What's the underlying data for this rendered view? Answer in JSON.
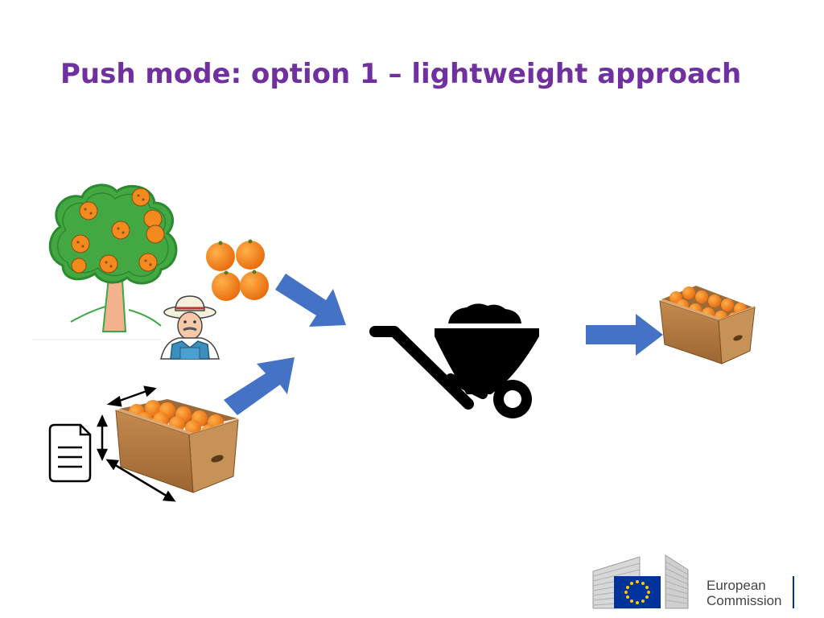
{
  "slide": {
    "title": "Push mode: option 1 – lightweight approach"
  },
  "diagram": {
    "inputs": [
      {
        "name": "orange-tree",
        "icon": "orange-tree-icon"
      },
      {
        "name": "oranges",
        "icon": "oranges-icon"
      },
      {
        "name": "farmer",
        "icon": "farmer-icon"
      },
      {
        "name": "document",
        "icon": "document-icon"
      },
      {
        "name": "box-of-oranges",
        "icon": "orange-box-icon"
      }
    ],
    "process": {
      "icon": "wheelbarrow-icon"
    },
    "output": {
      "icon": "orange-box-icon"
    }
  },
  "logo": {
    "line1": "European",
    "line2": "Commission"
  },
  "colors": {
    "title": "#7030a0",
    "arrow": "#4472c4",
    "orange": "#f28a1e",
    "leaf": "#3aa845",
    "box": "#b07a42"
  }
}
